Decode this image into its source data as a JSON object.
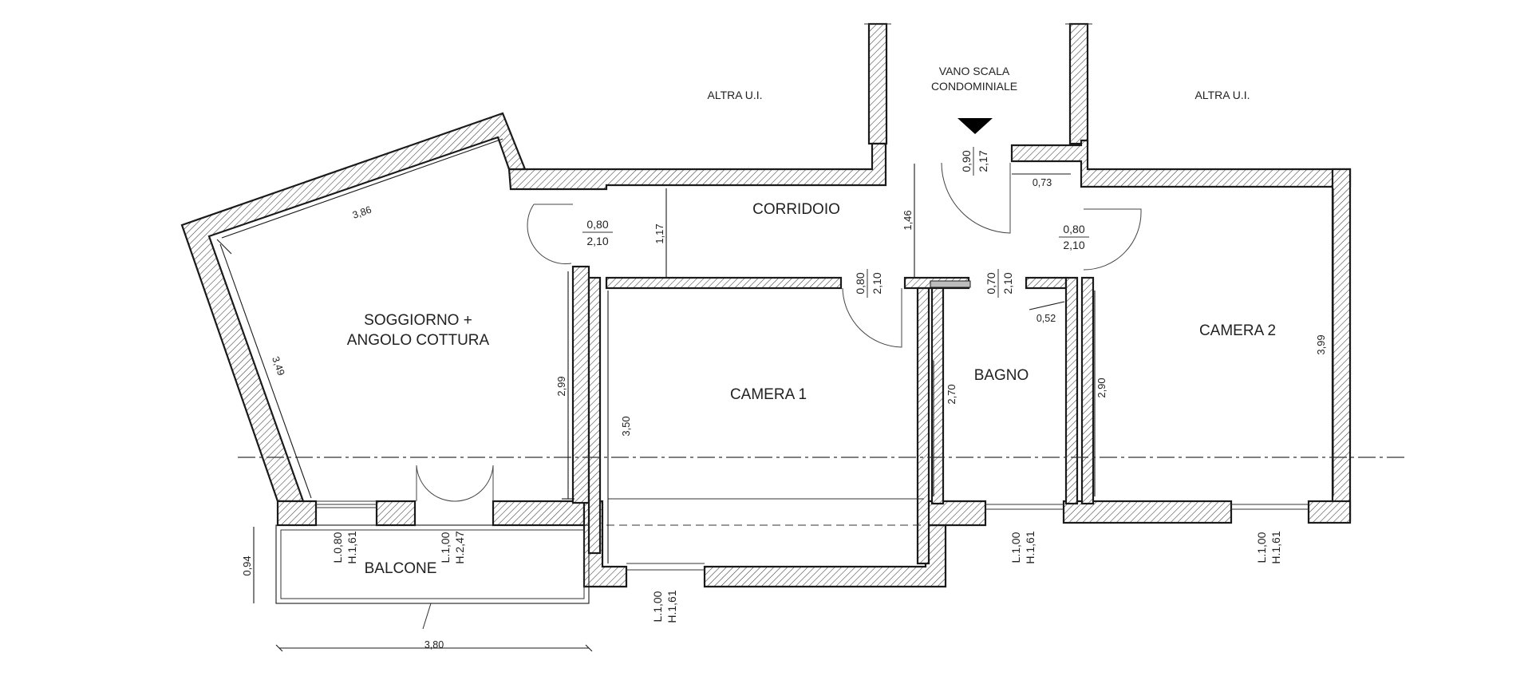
{
  "labels": {
    "altra_ui_left": "ALTRA U.I.",
    "altra_ui_right": "ALTRA U.I.",
    "vano_scala_1": "VANO SCALA",
    "vano_scala_2": "CONDOMINIALE",
    "corridoio": "CORRIDOIO",
    "soggiorno_1": "SOGGIORNO +",
    "soggiorno_2": "ANGOLO COTTURA",
    "camera1": "CAMERA 1",
    "bagno": "BAGNO",
    "camera2": "CAMERA 2",
    "balcone": "BALCONE"
  },
  "dimensions": {
    "soggiorno_top": "3,86",
    "soggiorno_side": "3,49",
    "soggiorno_height": "2,99",
    "corridoio_depth": "1,17",
    "corridoio_to_entry": "1,46",
    "camera1_height": "3,50",
    "bagno_height": "2,70",
    "camera2_inner_height": "2,90",
    "camera2_height": "3,99",
    "entry_wall": "0,73",
    "bagno_wall": "0,52",
    "balcone_depth": "0,94",
    "balcone_width": "3,80"
  },
  "doors": {
    "soggiorno": [
      "0,80",
      "2,10"
    ],
    "camera2": [
      "0,80",
      "2,10"
    ],
    "camera1": [
      "0,80",
      "2,10"
    ],
    "bagno": [
      "0,70",
      "2,10"
    ],
    "entrance": [
      "0,90",
      "2,17"
    ]
  },
  "windows": {
    "soggiorno": [
      "L.0,80",
      "H.1,61"
    ],
    "balcone_door": [
      "L.1,00",
      "H.2,47"
    ],
    "camera1": [
      "L.1,00",
      "H.1,61"
    ],
    "bagno": [
      "L.1,00",
      "H.1,61"
    ],
    "camera2": [
      "L.1,00",
      "H.1,61"
    ]
  }
}
